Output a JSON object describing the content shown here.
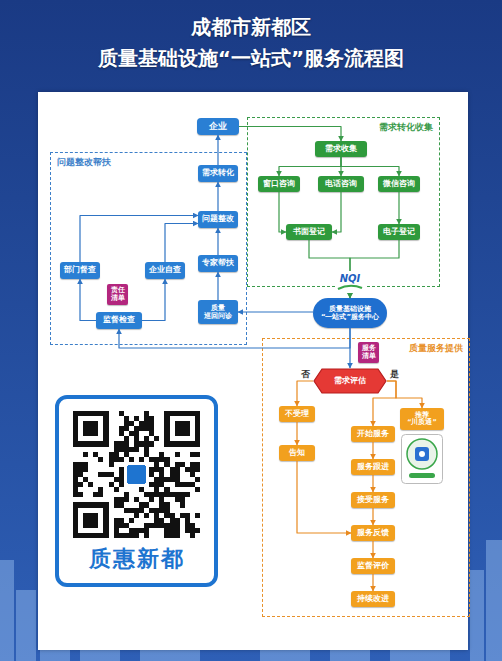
{
  "diagram": {
    "title": "成都市新都区 质量基础设施“一站式”服务流程图",
    "nodes": [
      {
        "text": [
          "企业"
        ]
      },
      {
        "text": [
          "需求转化收集"
        ]
      },
      {
        "text": [
          "需求收集"
        ],
        "in": 1
      },
      {
        "text": [
          "窗口咨询"
        ],
        "in": 1
      },
      {
        "text": [
          "电话咨询"
        ],
        "in": 1
      },
      {
        "text": [
          "微信咨询"
        ],
        "in": 1
      },
      {
        "text": [
          "书面登记"
        ],
        "in": 1
      },
      {
        "text": [
          "电子登记"
        ],
        "in": 1
      },
      {
        "text": [
          "问题整改帮扶"
        ]
      },
      {
        "text": [
          "需求转化"
        ],
        "in": 8
      },
      {
        "text": [
          "问题整改"
        ],
        "in": 8
      },
      {
        "text": [
          "专家帮扶"
        ],
        "in": 8
      },
      {
        "text": [
          "质量 巡回问诊"
        ],
        "in": 8
      },
      {
        "text": [
          "部门督查"
        ],
        "in": 8
      },
      {
        "text": [
          "企业自查"
        ],
        "in": 8
      },
      {
        "text": [
          "责任 清单"
        ],
        "in": 8
      },
      {
        "text": [
          "监督检查"
        ],
        "in": 8
      },
      {
        "text": [
          "质量基础设施 “一站式”服务中心"
        ]
      },
      {
        "text": [
          "质量服务提供"
        ]
      },
      {
        "text": [
          "服务 清单"
        ],
        "in": 18
      },
      {
        "text": [
          "需求评估"
        ],
        "in": 18
      },
      {
        "text": [
          "不受理"
        ],
        "in": 18
      },
      {
        "text": [
          "告知"
        ],
        "in": 18
      },
      {
        "text": [
          "开始服务"
        ],
        "in": 18
      },
      {
        "text": [
          "推荐 “川质通”"
        ],
        "in": 18
      },
      {
        "text": [
          "服务跟进"
        ],
        "in": 18
      },
      {
        "text": [
          "接受服务"
        ],
        "in": 18
      },
      {
        "text": [
          "服务反馈"
        ],
        "in": 18
      },
      {
        "text": [
          "监督评价"
        ],
        "in": 18
      },
      {
        "text": [
          "持续改进"
        ],
        "in": 18
      },
      {
        "text": [
          "质惠新都"
        ]
      }
    ],
    "edges": [
      {
        "from": 0,
        "to": 2,
        "arrow": "to"
      },
      {
        "from": 2,
        "to": 3,
        "arrow": "to"
      },
      {
        "from": 2,
        "to": 4,
        "arrow": "to"
      },
      {
        "from": 2,
        "to": 5,
        "arrow": "to"
      },
      {
        "from": 3,
        "to": 6,
        "arrow": "to"
      },
      {
        "from": 4,
        "to": 6,
        "arrow": "to"
      },
      {
        "from": 5,
        "to": 7,
        "arrow": "to"
      },
      {
        "from": 6,
        "to": 17,
        "arrow": "to"
      },
      {
        "from": 7,
        "to": 17,
        "arrow": "to"
      },
      {
        "from": 17,
        "to": 12,
        "arrow": "to"
      },
      {
        "from": 17,
        "to": 16,
        "arrow": "to"
      },
      {
        "from": 17,
        "to": 20,
        "arrow": "to"
      },
      {
        "from": 12,
        "to": 11,
        "arrow": "to"
      },
      {
        "from": 11,
        "to": 10,
        "arrow": "to"
      },
      {
        "from": 10,
        "to": 9,
        "arrow": "to"
      },
      {
        "from": 9,
        "to": 0,
        "arrow": "to"
      },
      {
        "from": 16,
        "to": 13,
        "arrow": "to"
      },
      {
        "from": 16,
        "to": 14,
        "arrow": "to"
      },
      {
        "from": 13,
        "to": 10,
        "arrow": "to"
      },
      {
        "from": 14,
        "to": 10,
        "arrow": "to"
      },
      {
        "from": 20,
        "to": 21,
        "label": "否",
        "arrow": "to"
      },
      {
        "from": 20,
        "to": 23,
        "label": "是",
        "arrow": "to"
      },
      {
        "from": 20,
        "to": 24,
        "arrow": "to"
      },
      {
        "from": 21,
        "to": 22,
        "arrow": "to"
      },
      {
        "from": 22,
        "to": 27,
        "arrow": "to"
      },
      {
        "from": 23,
        "to": 25,
        "arrow": "to"
      },
      {
        "from": 25,
        "to": 26,
        "arrow": "to"
      },
      {
        "from": 26,
        "to": 27,
        "arrow": "to"
      },
      {
        "from": 27,
        "to": 28,
        "arrow": "to"
      },
      {
        "from": 28,
        "to": 29,
        "arrow": "to"
      }
    ],
    "labels": [
      "NQI"
    ]
  }
}
